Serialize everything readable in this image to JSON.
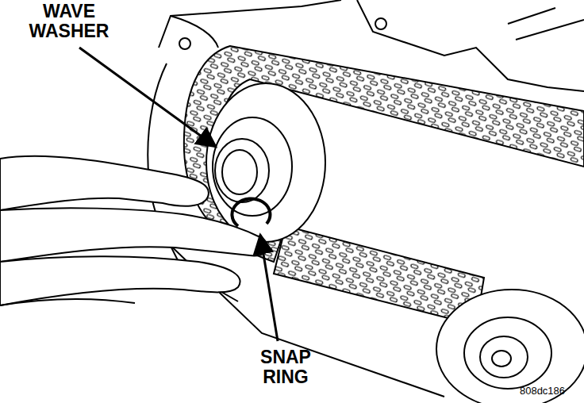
{
  "diagram": {
    "labels": [
      "WAVE WASHER",
      "SNAP RING",
      "808dc186"
    ]
  }
}
